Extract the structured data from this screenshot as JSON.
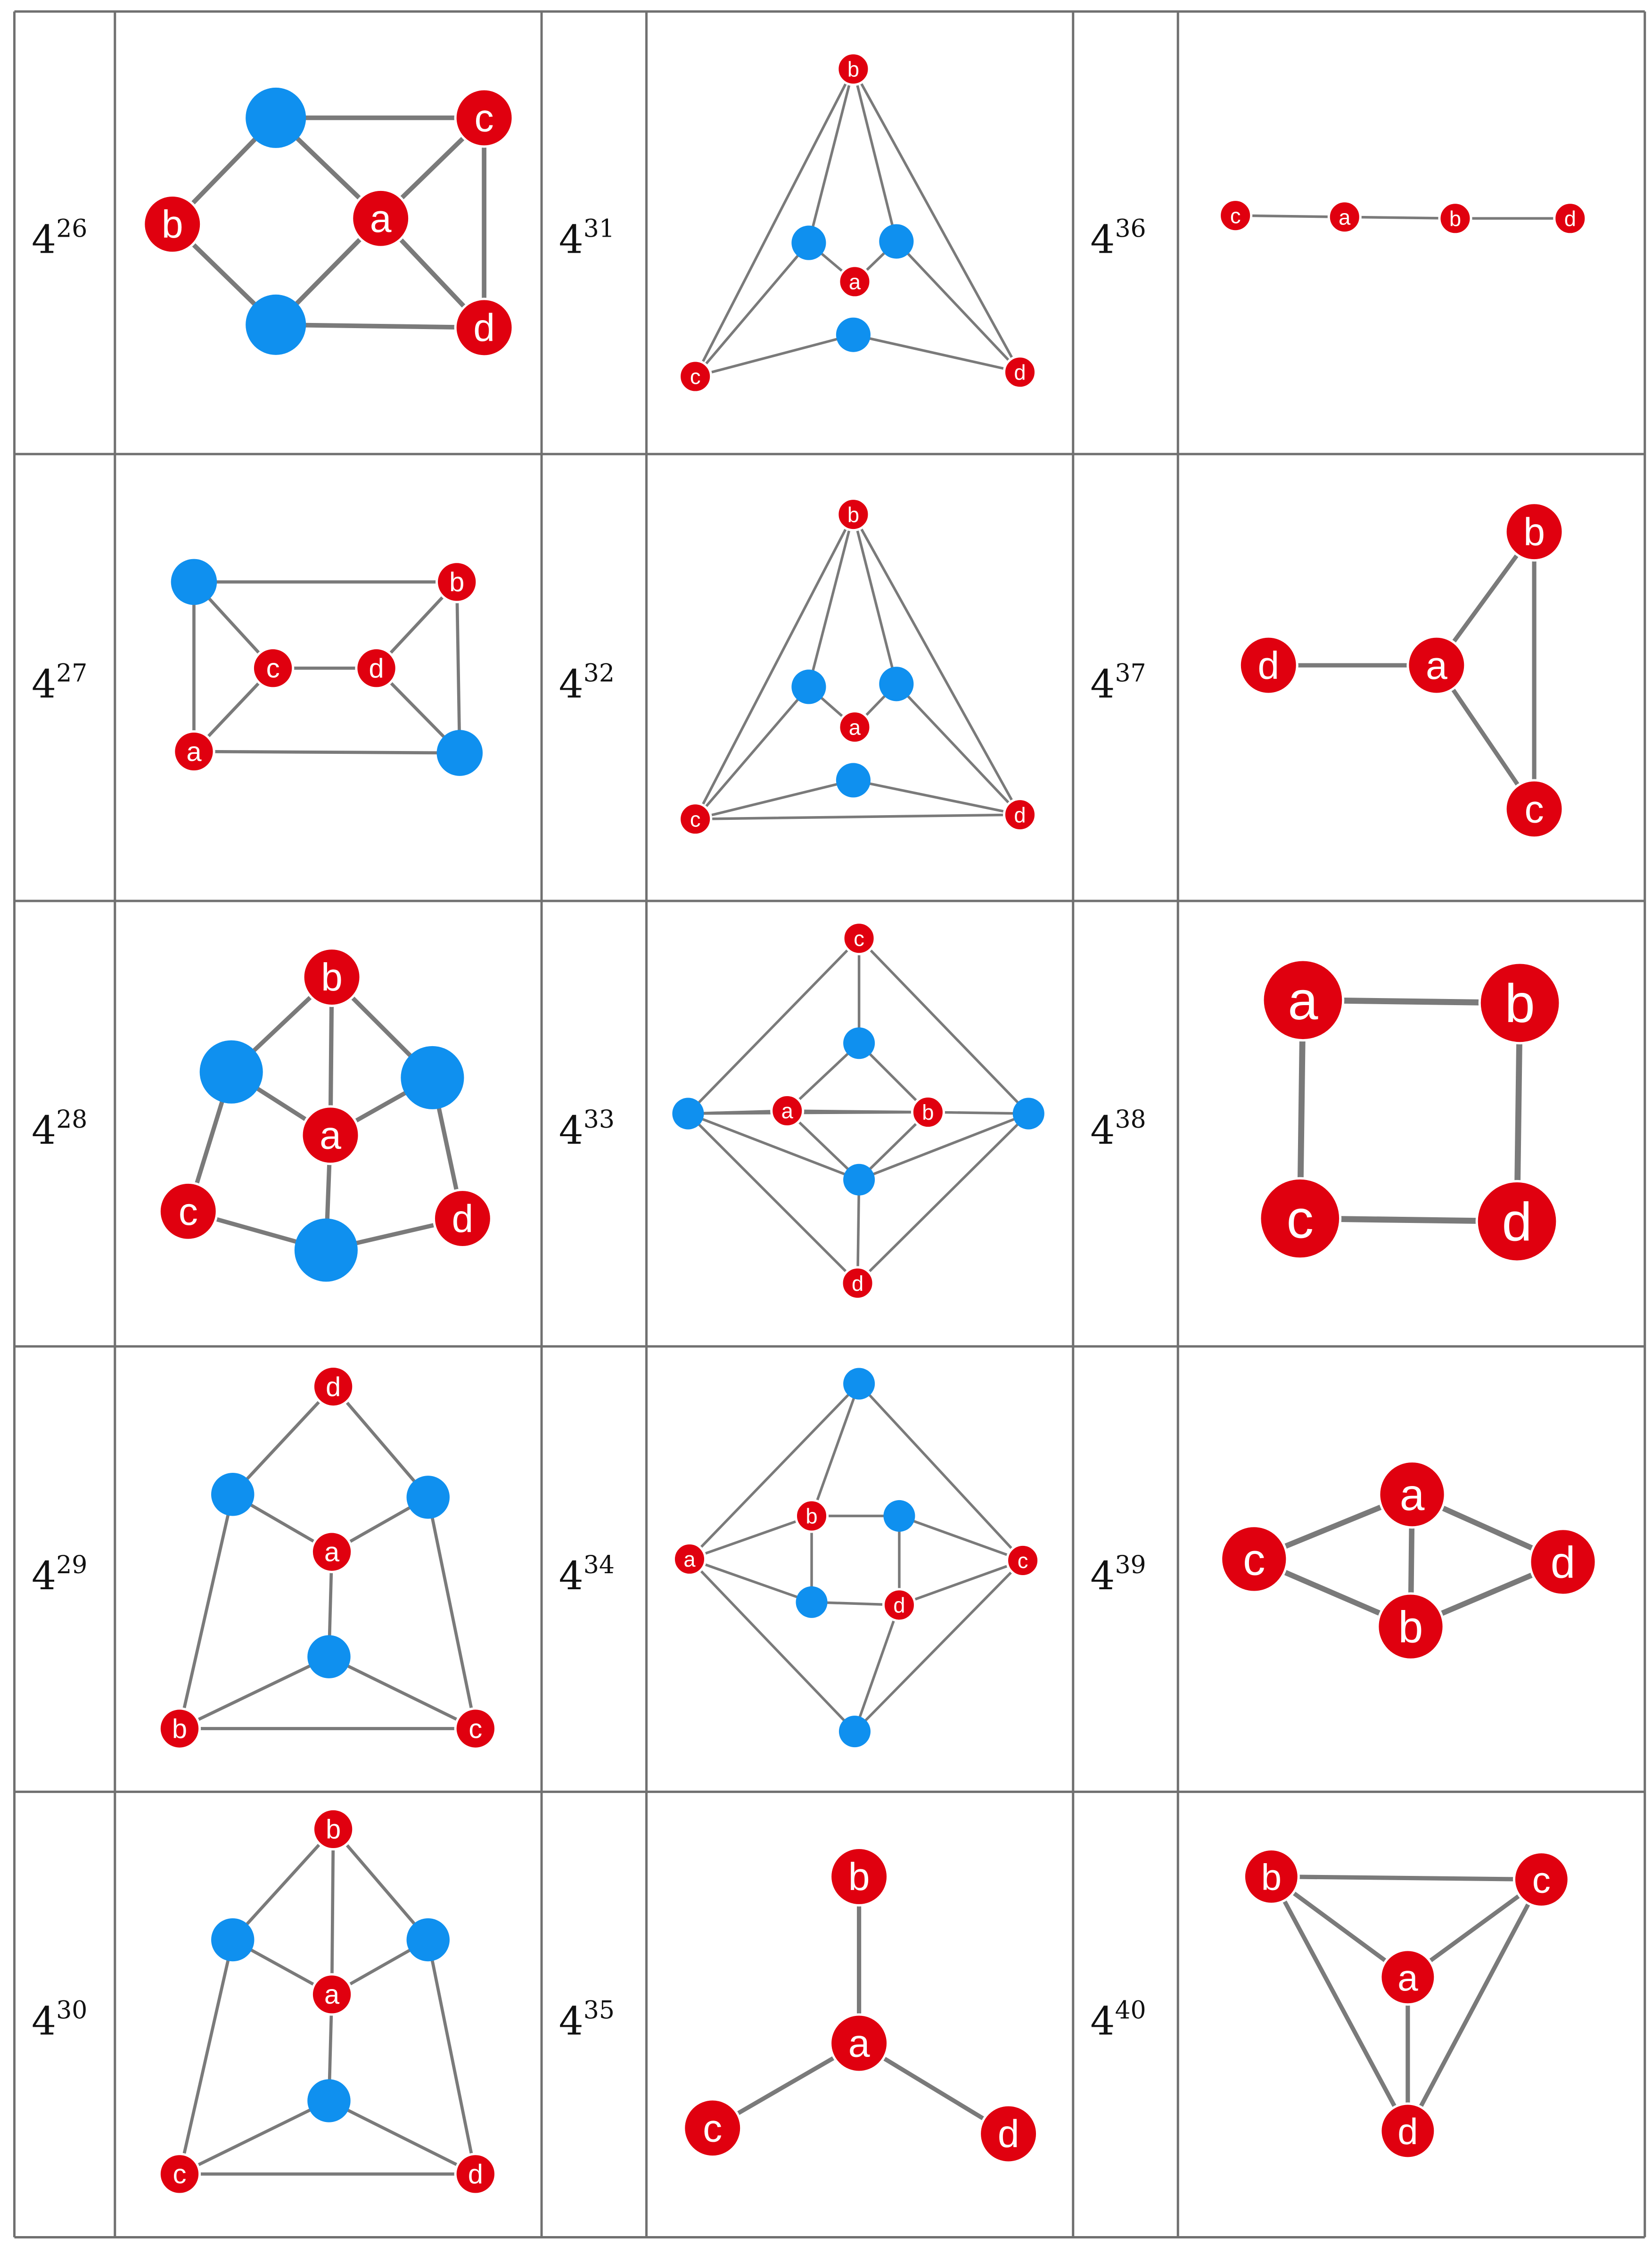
{
  "colors": {
    "labeled_node": "#e0000f",
    "unlabeled_node": "#0f90ef",
    "edge": "#7a7a7a",
    "grid": "#707070"
  },
  "figures": [
    {
      "base": "4",
      "exp": "26",
      "edges": [
        [
          "b",
          "u1"
        ],
        [
          "b",
          "u2"
        ],
        [
          "u1",
          "c"
        ],
        [
          "u1",
          "a"
        ],
        [
          "u2",
          "a"
        ],
        [
          "u2",
          "d"
        ],
        [
          "a",
          "c"
        ],
        [
          "a",
          "d"
        ],
        [
          "c",
          "d"
        ]
      ]
    },
    {
      "base": "4",
      "exp": "27",
      "edges": [
        [
          "u1",
          "b"
        ],
        [
          "u1",
          "c"
        ],
        [
          "u1",
          "a"
        ],
        [
          "c",
          "d"
        ],
        [
          "c",
          "a"
        ],
        [
          "d",
          "b"
        ],
        [
          "d",
          "u2"
        ],
        [
          "b",
          "u2"
        ],
        [
          "a",
          "u2"
        ]
      ]
    },
    {
      "base": "4",
      "exp": "28",
      "edges": [
        [
          "b",
          "u1"
        ],
        [
          "b",
          "u2"
        ],
        [
          "b",
          "a"
        ],
        [
          "u1",
          "a"
        ],
        [
          "u2",
          "a"
        ],
        [
          "u1",
          "c"
        ],
        [
          "u2",
          "d"
        ],
        [
          "a",
          "u3"
        ],
        [
          "c",
          "u3"
        ],
        [
          "d",
          "u3"
        ]
      ]
    },
    {
      "base": "4",
      "exp": "29",
      "edges": [
        [
          "d",
          "u1"
        ],
        [
          "d",
          "u2"
        ],
        [
          "u1",
          "a"
        ],
        [
          "u2",
          "a"
        ],
        [
          "u1",
          "b"
        ],
        [
          "u2",
          "c"
        ],
        [
          "a",
          "u3"
        ],
        [
          "u3",
          "b"
        ],
        [
          "u3",
          "c"
        ],
        [
          "b",
          "c"
        ]
      ]
    },
    {
      "base": "4",
      "exp": "30",
      "edges": [
        [
          "b",
          "u1"
        ],
        [
          "b",
          "u2"
        ],
        [
          "b",
          "a"
        ],
        [
          "u1",
          "a"
        ],
        [
          "u2",
          "a"
        ],
        [
          "u1",
          "c"
        ],
        [
          "u2",
          "d"
        ],
        [
          "a",
          "u3"
        ],
        [
          "u3",
          "c"
        ],
        [
          "u3",
          "d"
        ],
        [
          "c",
          "d"
        ]
      ]
    },
    {
      "base": "4",
      "exp": "31",
      "edges": [
        [
          "b",
          "u1"
        ],
        [
          "b",
          "u2"
        ],
        [
          "b",
          "c"
        ],
        [
          "b",
          "d"
        ],
        [
          "u1",
          "a"
        ],
        [
          "u2",
          "a"
        ],
        [
          "u1",
          "c"
        ],
        [
          "u2",
          "d"
        ],
        [
          "c",
          "u3"
        ],
        [
          "d",
          "u3"
        ]
      ]
    },
    {
      "base": "4",
      "exp": "32",
      "edges": [
        [
          "b",
          "u1"
        ],
        [
          "b",
          "u2"
        ],
        [
          "b",
          "c"
        ],
        [
          "b",
          "d"
        ],
        [
          "u1",
          "a"
        ],
        [
          "u2",
          "a"
        ],
        [
          "u1",
          "c"
        ],
        [
          "u2",
          "d"
        ],
        [
          "c",
          "u3"
        ],
        [
          "d",
          "u3"
        ],
        [
          "c",
          "d"
        ]
      ]
    },
    {
      "base": "4",
      "exp": "33",
      "edges": [
        [
          "c",
          "u1"
        ],
        [
          "c",
          "u2"
        ],
        [
          "c",
          "u3"
        ],
        [
          "u1",
          "a"
        ],
        [
          "u1",
          "b"
        ],
        [
          "a",
          "b"
        ],
        [
          "u2",
          "a"
        ],
        [
          "b",
          "u3"
        ],
        [
          "a",
          "u4"
        ],
        [
          "b",
          "u4"
        ],
        [
          "u2",
          "u4"
        ],
        [
          "u2",
          "d"
        ],
        [
          "u3",
          "u4"
        ],
        [
          "u3",
          "d"
        ],
        [
          "u4",
          "d"
        ],
        [
          "u2",
          "b"
        ]
      ]
    },
    {
      "base": "4",
      "exp": "34",
      "edges": [
        [
          "u1",
          "a"
        ],
        [
          "u1",
          "b"
        ],
        [
          "u1",
          "c"
        ],
        [
          "a",
          "b"
        ],
        [
          "a",
          "u3"
        ],
        [
          "a",
          "u4"
        ],
        [
          "b",
          "u2"
        ],
        [
          "b",
          "u3"
        ],
        [
          "u2",
          "c"
        ],
        [
          "u2",
          "d"
        ],
        [
          "u3",
          "d"
        ],
        [
          "c",
          "d"
        ],
        [
          "d",
          "u4"
        ],
        [
          "c",
          "u4"
        ]
      ]
    },
    {
      "base": "4",
      "exp": "35",
      "edges": [
        [
          "b",
          "a"
        ],
        [
          "a",
          "c"
        ],
        [
          "a",
          "d"
        ]
      ]
    },
    {
      "base": "4",
      "exp": "36",
      "edges": [
        [
          "c",
          "a"
        ],
        [
          "a",
          "b"
        ],
        [
          "b",
          "d"
        ]
      ]
    },
    {
      "base": "4",
      "exp": "37",
      "edges": [
        [
          "d",
          "a"
        ],
        [
          "a",
          "b"
        ],
        [
          "a",
          "c"
        ],
        [
          "b",
          "c"
        ]
      ]
    },
    {
      "base": "4",
      "exp": "38",
      "edges": [
        [
          "a",
          "b"
        ],
        [
          "a",
          "c"
        ],
        [
          "b",
          "d"
        ],
        [
          "c",
          "d"
        ]
      ]
    },
    {
      "base": "4",
      "exp": "39",
      "edges": [
        [
          "c",
          "a"
        ],
        [
          "c",
          "b"
        ],
        [
          "a",
          "b"
        ],
        [
          "a",
          "d"
        ],
        [
          "b",
          "d"
        ]
      ]
    },
    {
      "base": "4",
      "exp": "40",
      "edges": [
        [
          "b",
          "c"
        ],
        [
          "b",
          "a"
        ],
        [
          "b",
          "d"
        ],
        [
          "c",
          "a"
        ],
        [
          "c",
          "d"
        ],
        [
          "a",
          "d"
        ]
      ]
    }
  ]
}
